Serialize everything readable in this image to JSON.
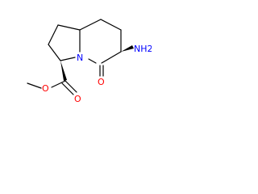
{
  "molecule": {
    "atoms": {
      "nh2": "NH2",
      "ring_n": "N",
      "carbonyl_o": "O",
      "ester_o_double": "O",
      "ester_o_single": "O"
    },
    "colors": {
      "nitrogen": "#0000ff",
      "oxygen": "#ff0000",
      "bond": "#000000",
      "background": "#ffffff"
    }
  }
}
